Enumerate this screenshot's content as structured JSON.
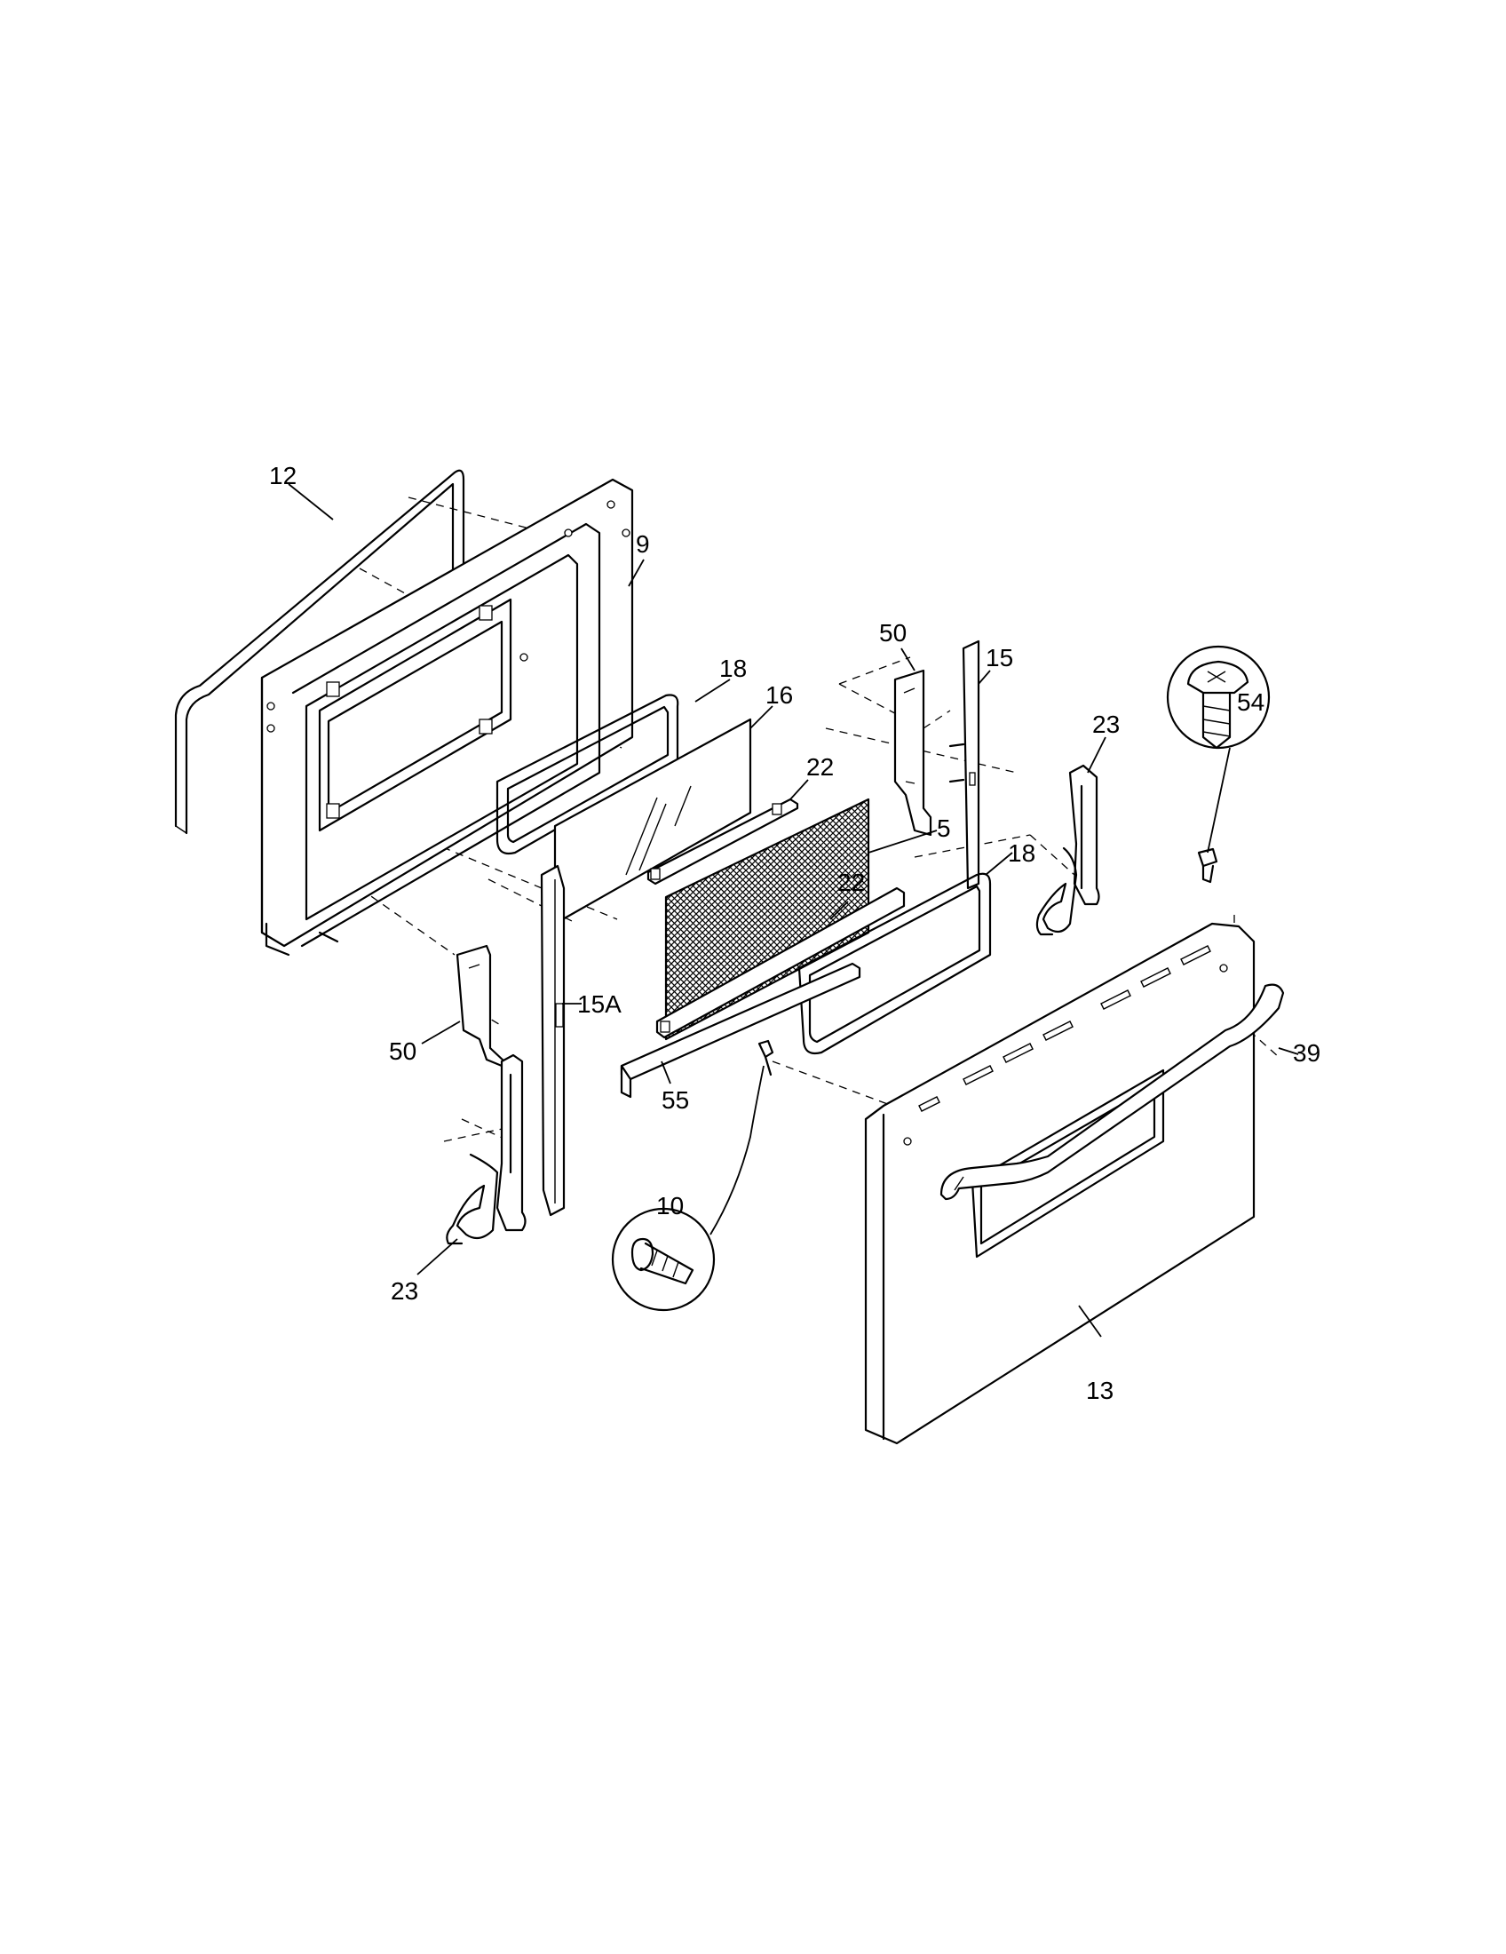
{
  "callouts": {
    "c12": "12",
    "c9": "9",
    "c18a": "18",
    "c16": "16",
    "c50a": "50",
    "c15": "15",
    "c22a": "22",
    "c5": "5",
    "c23a": "23",
    "c54": "54",
    "c18b": "18",
    "c22b": "22",
    "c15a": "15A",
    "c50b": "50",
    "c55": "55",
    "c39": "39",
    "c10": "10",
    "c23b": "23",
    "c13": "13"
  }
}
